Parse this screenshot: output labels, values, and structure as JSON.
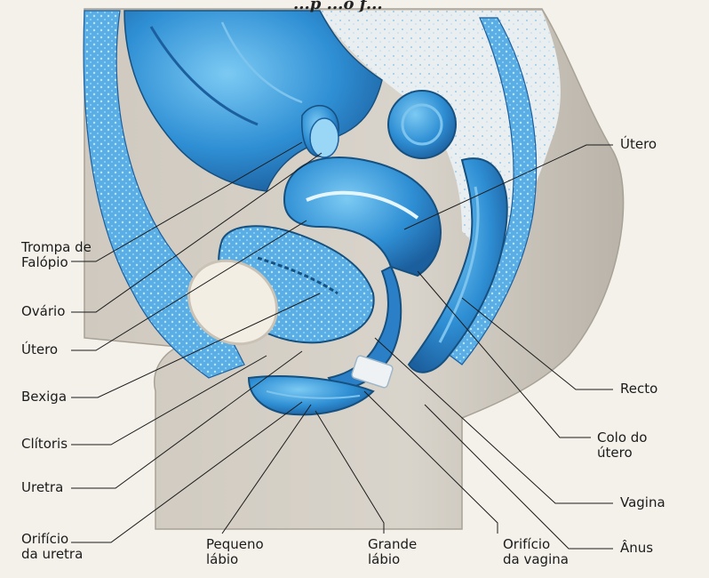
{
  "title_fragment": "...p ...o f...",
  "labels": {
    "trompa": "Trompa de\nFalópio",
    "ovario": "Ovário",
    "utero_left": "Útero",
    "bexiga": "Bexiga",
    "clitoris": "Clítoris",
    "uretra": "Uretra",
    "orificio_uretra": "Orifício\nda uretra",
    "pequeno_labio": "Pequeno\nlábio",
    "grande_labio": "Grande\nlábio",
    "orificio_vagina": "Orifício\nda vagina",
    "anus": "Ânus",
    "vagina": "Vagina",
    "colo": "Colo do\nútero",
    "recto": "Recto",
    "utero_right": "Útero"
  },
  "colors": {
    "organ_blue": "#2f8fd4",
    "organ_dark": "#1c5f9e",
    "organ_light": "#7cc4ee",
    "skin": "#d7d2c8",
    "skin_shadow": "#b3ada2",
    "background": "#f4f1ea"
  }
}
